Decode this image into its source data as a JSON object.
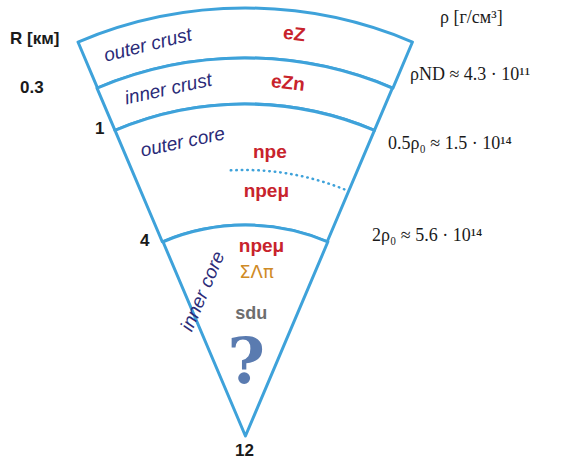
{
  "diagram": {
    "nodes": [
      {
        "text": [
          "outer crust",
          "eZ"
        ]
      },
      {
        "text": [
          "inner crust",
          "eZn"
        ]
      },
      {
        "text": [
          "outer core",
          "npe",
          "npeμ"
        ]
      },
      {
        "text": [
          "inner core",
          "npeμ",
          "ΣΛπ",
          "sdu",
          "?"
        ]
      }
    ],
    "labels": [
      "R [км]",
      "0.3",
      "1",
      "4",
      "12",
      "ρ [г/см³]",
      "ρND ≈ 4.3 · 10¹¹",
      "0.5ρ₀ ≈ 1.5 · 10¹⁴",
      "2ρ₀ ≈ 5.6 · 10¹⁴"
    ]
  }
}
